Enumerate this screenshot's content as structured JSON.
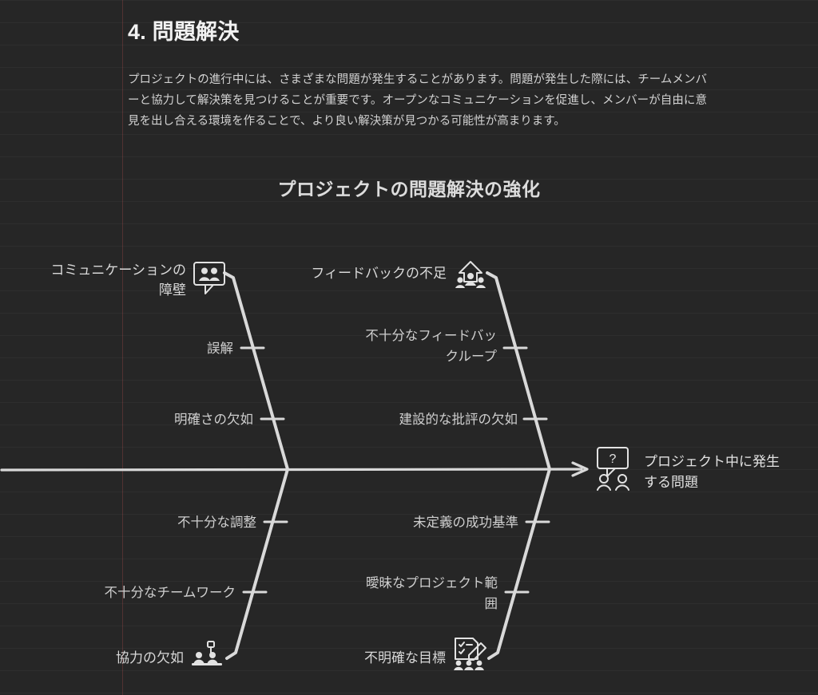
{
  "document": {
    "heading": "4. 問題解決",
    "paragraph": "プロジェクトの進行中には、さまざまな問題が発生することがあります。問題が発生した際には、チームメンバーと協力して解決策を見つけることが重要です。オープンなコミュニケーションを促進し、メンバーが自由に意見を出し合える環境を作ることで、より良い解決策が見つかる可能性が高まります。"
  },
  "diagram": {
    "type": "fishbone",
    "title": "プロジェクトの問題解決の強化",
    "effect": {
      "line1": "プロジェクト中に発生",
      "line2": "する問題",
      "icon": "question-speech-people-icon"
    },
    "colors": {
      "background": "#262626",
      "gridline": "#2e2e2e",
      "margin_rule": "#8a4646",
      "bone": "#d9d9d9",
      "title_text": "#dcdcdc",
      "body_text": "#d2d2d2",
      "heading_text": "#f2f2f2"
    },
    "branches": [
      {
        "id": "communication-barriers",
        "position": "top-left",
        "label_line1": "コミュニケーションの",
        "label_line2": "障壁",
        "icon": "people-speech-bubble-icon",
        "causes": [
          {
            "text": "誤解"
          },
          {
            "text": "明確さの欠如"
          }
        ]
      },
      {
        "id": "lack-of-feedback",
        "position": "top-right",
        "label_line1": "フィードバックの不足",
        "label_line2": "",
        "icon": "arrow-up-people-icon",
        "causes": [
          {
            "line1": "不十分なフィードバッ",
            "line2": "クループ"
          },
          {
            "text": "建設的な批評の欠如"
          }
        ]
      },
      {
        "id": "lack-of-cooperation",
        "position": "bottom-left",
        "label_line1": "協力の欠如",
        "label_line2": "",
        "icon": "people-presentation-icon",
        "causes": [
          {
            "text": "不十分な調整"
          },
          {
            "text": "不十分なチームワーク"
          }
        ]
      },
      {
        "id": "unclear-goals",
        "position": "bottom-right",
        "label_line1": "不明確な目標",
        "label_line2": "",
        "icon": "checklist-pencil-people-icon",
        "causes": [
          {
            "text": "未定義の成功基準"
          },
          {
            "line1": "曖昧なプロジェクト範",
            "line2": "囲"
          }
        ]
      }
    ]
  }
}
